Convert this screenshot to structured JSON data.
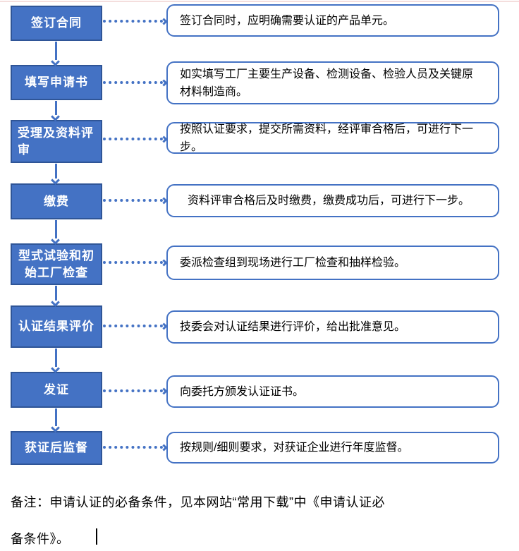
{
  "page": {
    "top_rule_color": "#f4dedd",
    "background": "#ffffff"
  },
  "flowchart": {
    "step_box_fill": "#4472c4",
    "step_box_border": "#2f5597",
    "desc_box_border": "#4472c4",
    "connector_color": "#4472c4",
    "steps": [
      {
        "label": "签订合同",
        "description": "签订合同时，应明确需要认证的产品单元。"
      },
      {
        "label": "填写申请书",
        "description": "如实填写工厂主要生产设备、检测设备、检验人员及关键原材料制造商。"
      },
      {
        "label": "受理及资料评审",
        "description": "按照认证要求，提交所需资料，经评审合格后，可进行下一步。"
      },
      {
        "label": "缴费",
        "description": "资料评审合格后及时缴费，缴费成功后，可进行下一步。"
      },
      {
        "label": "型式试验和初始工厂检查",
        "description": "委派检查组到现场进行工厂检查和抽样检验。"
      },
      {
        "label": "认证结果评价",
        "description": "技委会对认证结果进行评价，给出批准意见。"
      },
      {
        "label": "发证",
        "description": "向委托方颁发认证证书。"
      },
      {
        "label": "获证后监督",
        "description": "按规则/细则要求，对获证企业进行年度监督。"
      }
    ]
  },
  "note": {
    "line1": "备注：申请认证的必备条件，见本网站“常用下载”中《申请认证必",
    "line2": "备条件》。"
  }
}
